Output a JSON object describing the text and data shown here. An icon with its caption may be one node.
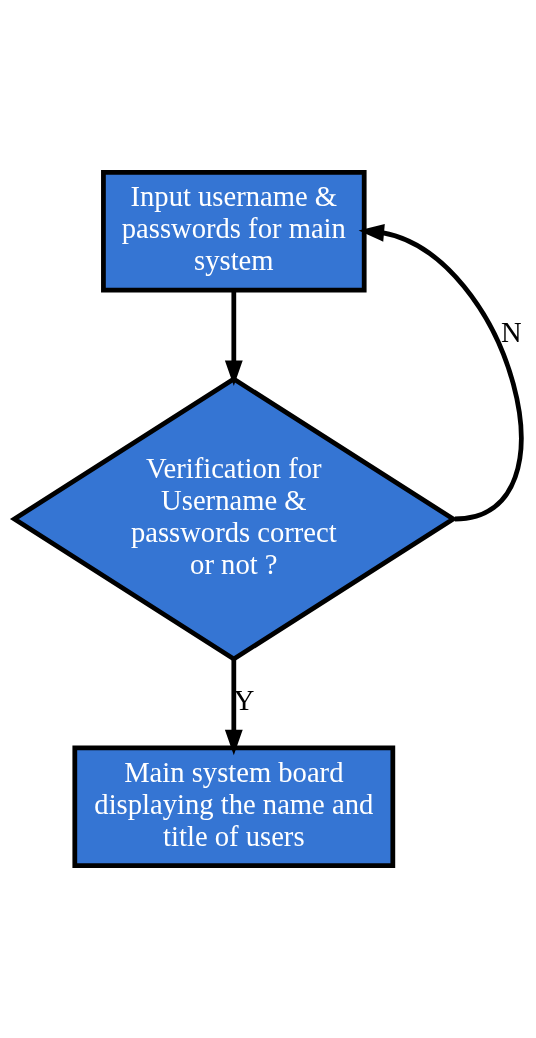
{
  "diagram": {
    "nodes": [
      {
        "text": [
          "Input username & passwords for main system"
        ]
      },
      {
        "text": [
          "Verification for Username & passwords correct or not ?"
        ]
      },
      {
        "text": [
          "Main system board displaying the name and title of users"
        ]
      }
    ],
    "edges": [
      {
        "from": 0,
        "to": 1,
        "arrow": "to"
      },
      {
        "from": 1,
        "to": 0,
        "arrow": "to",
        "label": "N"
      },
      {
        "from": 1,
        "to": 2,
        "arrow": "to",
        "label": "Y"
      }
    ]
  }
}
